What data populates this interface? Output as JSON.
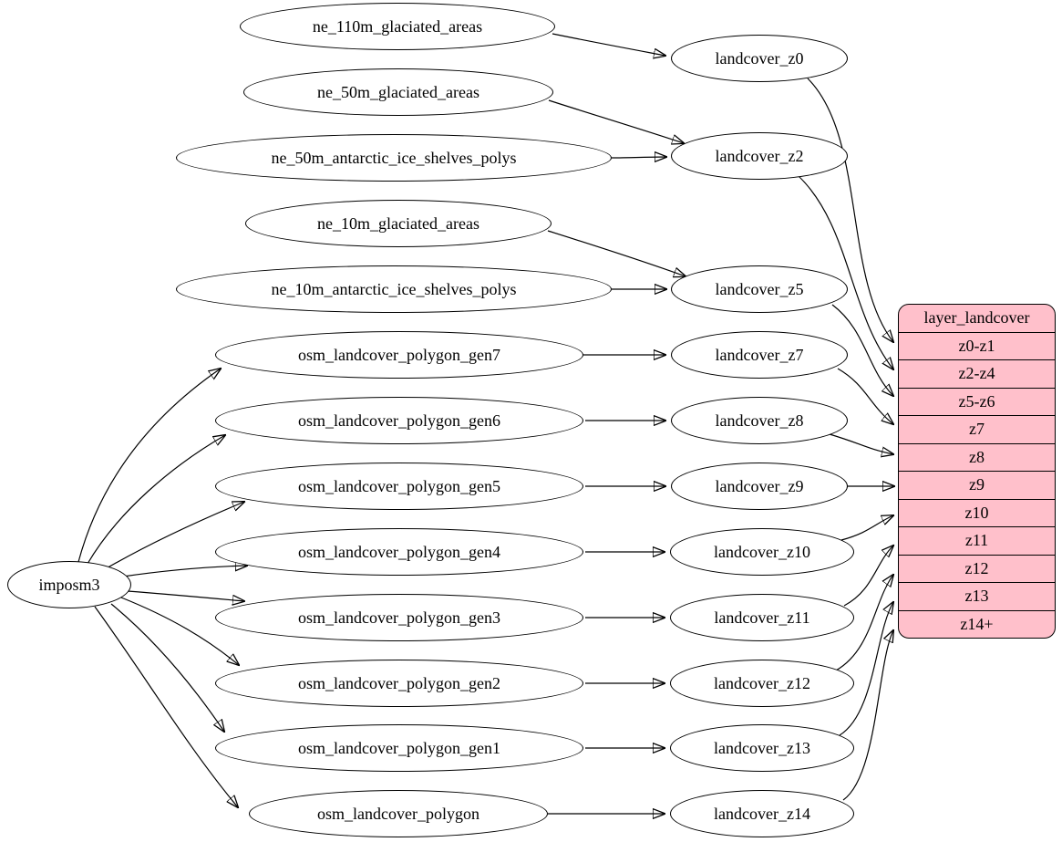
{
  "colors": {
    "record_fill": "#ffc0cb",
    "node_fill": "#ffffff",
    "edge_stroke": "#000000",
    "text": "#000000"
  },
  "nodes": [
    {
      "id": "imposm3",
      "label": "imposm3"
    },
    {
      "id": "ne_110m_glaciated_areas",
      "label": "ne_110m_glaciated_areas"
    },
    {
      "id": "ne_50m_glaciated_areas",
      "label": "ne_50m_glaciated_areas"
    },
    {
      "id": "ne_50m_antarctic_ice_shelves_polys",
      "label": "ne_50m_antarctic_ice_shelves_polys"
    },
    {
      "id": "ne_10m_glaciated_areas",
      "label": "ne_10m_glaciated_areas"
    },
    {
      "id": "ne_10m_antarctic_ice_shelves_polys",
      "label": "ne_10m_antarctic_ice_shelves_polys"
    },
    {
      "id": "osm_landcover_polygon_gen7",
      "label": "osm_landcover_polygon_gen7"
    },
    {
      "id": "osm_landcover_polygon_gen6",
      "label": "osm_landcover_polygon_gen6"
    },
    {
      "id": "osm_landcover_polygon_gen5",
      "label": "osm_landcover_polygon_gen5"
    },
    {
      "id": "osm_landcover_polygon_gen4",
      "label": "osm_landcover_polygon_gen4"
    },
    {
      "id": "osm_landcover_polygon_gen3",
      "label": "osm_landcover_polygon_gen3"
    },
    {
      "id": "osm_landcover_polygon_gen2",
      "label": "osm_landcover_polygon_gen2"
    },
    {
      "id": "osm_landcover_polygon_gen1",
      "label": "osm_landcover_polygon_gen1"
    },
    {
      "id": "osm_landcover_polygon",
      "label": "osm_landcover_polygon"
    },
    {
      "id": "landcover_z0",
      "label": "landcover_z0"
    },
    {
      "id": "landcover_z2",
      "label": "landcover_z2"
    },
    {
      "id": "landcover_z5",
      "label": "landcover_z5"
    },
    {
      "id": "landcover_z7",
      "label": "landcover_z7"
    },
    {
      "id": "landcover_z8",
      "label": "landcover_z8"
    },
    {
      "id": "landcover_z9",
      "label": "landcover_z9"
    },
    {
      "id": "landcover_z10",
      "label": "landcover_z10"
    },
    {
      "id": "landcover_z11",
      "label": "landcover_z11"
    },
    {
      "id": "landcover_z12",
      "label": "landcover_z12"
    },
    {
      "id": "landcover_z13",
      "label": "landcover_z13"
    },
    {
      "id": "landcover_z14",
      "label": "landcover_z14"
    }
  ],
  "record": {
    "title": "layer_landcover",
    "rows": [
      "z0-z1",
      "z2-z4",
      "z5-z6",
      "z7",
      "z8",
      "z9",
      "z10",
      "z11",
      "z12",
      "z13",
      "z14+"
    ]
  },
  "edges": [
    {
      "from": "ne_110m_glaciated_areas",
      "to": "landcover_z0"
    },
    {
      "from": "ne_50m_glaciated_areas",
      "to": "landcover_z2"
    },
    {
      "from": "ne_50m_antarctic_ice_shelves_polys",
      "to": "landcover_z2"
    },
    {
      "from": "ne_10m_glaciated_areas",
      "to": "landcover_z5"
    },
    {
      "from": "ne_10m_antarctic_ice_shelves_polys",
      "to": "landcover_z5"
    },
    {
      "from": "imposm3",
      "to": "osm_landcover_polygon_gen7"
    },
    {
      "from": "imposm3",
      "to": "osm_landcover_polygon_gen6"
    },
    {
      "from": "imposm3",
      "to": "osm_landcover_polygon_gen5"
    },
    {
      "from": "imposm3",
      "to": "osm_landcover_polygon_gen4"
    },
    {
      "from": "imposm3",
      "to": "osm_landcover_polygon_gen3"
    },
    {
      "from": "imposm3",
      "to": "osm_landcover_polygon_gen2"
    },
    {
      "from": "imposm3",
      "to": "osm_landcover_polygon_gen1"
    },
    {
      "from": "imposm3",
      "to": "osm_landcover_polygon"
    },
    {
      "from": "osm_landcover_polygon_gen7",
      "to": "landcover_z7"
    },
    {
      "from": "osm_landcover_polygon_gen6",
      "to": "landcover_z8"
    },
    {
      "from": "osm_landcover_polygon_gen5",
      "to": "landcover_z9"
    },
    {
      "from": "osm_landcover_polygon_gen4",
      "to": "landcover_z10"
    },
    {
      "from": "osm_landcover_polygon_gen3",
      "to": "landcover_z11"
    },
    {
      "from": "osm_landcover_polygon_gen2",
      "to": "landcover_z12"
    },
    {
      "from": "osm_landcover_polygon_gen1",
      "to": "landcover_z13"
    },
    {
      "from": "osm_landcover_polygon",
      "to": "landcover_z14"
    },
    {
      "from": "landcover_z0",
      "to": "layer_landcover:z0-z1"
    },
    {
      "from": "landcover_z2",
      "to": "layer_landcover:z2-z4"
    },
    {
      "from": "landcover_z5",
      "to": "layer_landcover:z5-z6"
    },
    {
      "from": "landcover_z7",
      "to": "layer_landcover:z7"
    },
    {
      "from": "landcover_z8",
      "to": "layer_landcover:z8"
    },
    {
      "from": "landcover_z9",
      "to": "layer_landcover:z9"
    },
    {
      "from": "landcover_z10",
      "to": "layer_landcover:z10"
    },
    {
      "from": "landcover_z11",
      "to": "layer_landcover:z11"
    },
    {
      "from": "landcover_z12",
      "to": "layer_landcover:z12"
    },
    {
      "from": "landcover_z13",
      "to": "layer_landcover:z13"
    },
    {
      "from": "landcover_z14",
      "to": "layer_landcover:z14+"
    }
  ]
}
